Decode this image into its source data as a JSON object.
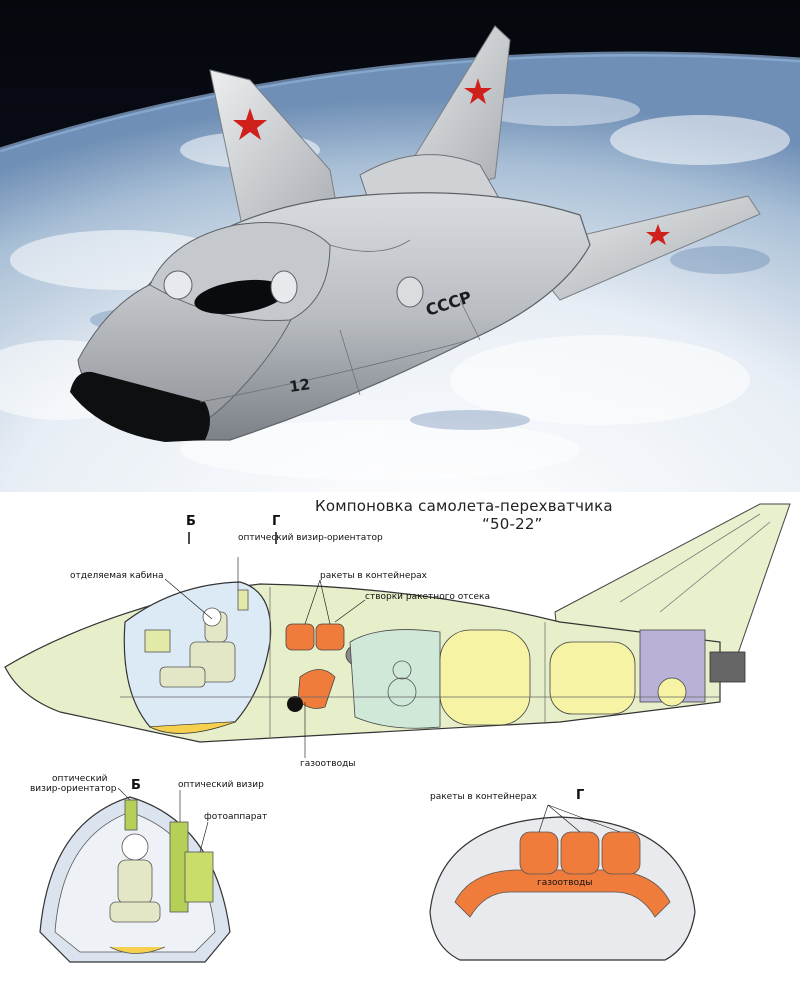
{
  "hero": {
    "country_mark": "СССР",
    "tail_number": "12"
  },
  "diagram": {
    "title_line1": "Компоновка самолета-перехватчика",
    "title_line2": "“50-22”",
    "section_b": "Б",
    "section_g": "Г",
    "labels": {
      "cabin": "отделяемая кабина",
      "optic_sight_orienter": "оптический визир-ориентатор",
      "rockets_containers": "ракеты в контейнерах",
      "rocket_bay_doors": "створки ракетного отсека",
      "gas_vents": "газоотводы"
    },
    "section_b_labels": {
      "optic_orienter_line1": "оптический",
      "optic_orienter_line2": "визир-ориентатор",
      "optic_sight": "оптический визир",
      "camera": "фотоаппарат"
    },
    "section_g_labels": {
      "rockets_containers": "ракеты в контейнерах",
      "gas_vents": "газоотводы"
    }
  },
  "colors": {
    "fuselage_fill": "#e6efc9",
    "tank_yellow": "#f6f3a4",
    "rocket_orange": "#f07c3c",
    "tank_teal": "#cfe8d8",
    "engine_purple": "#b9b2d6",
    "cabin_blue": "#dbeaf5",
    "sky_dark": "#0b0f1a",
    "earth_blue": "#9fb6cf"
  }
}
